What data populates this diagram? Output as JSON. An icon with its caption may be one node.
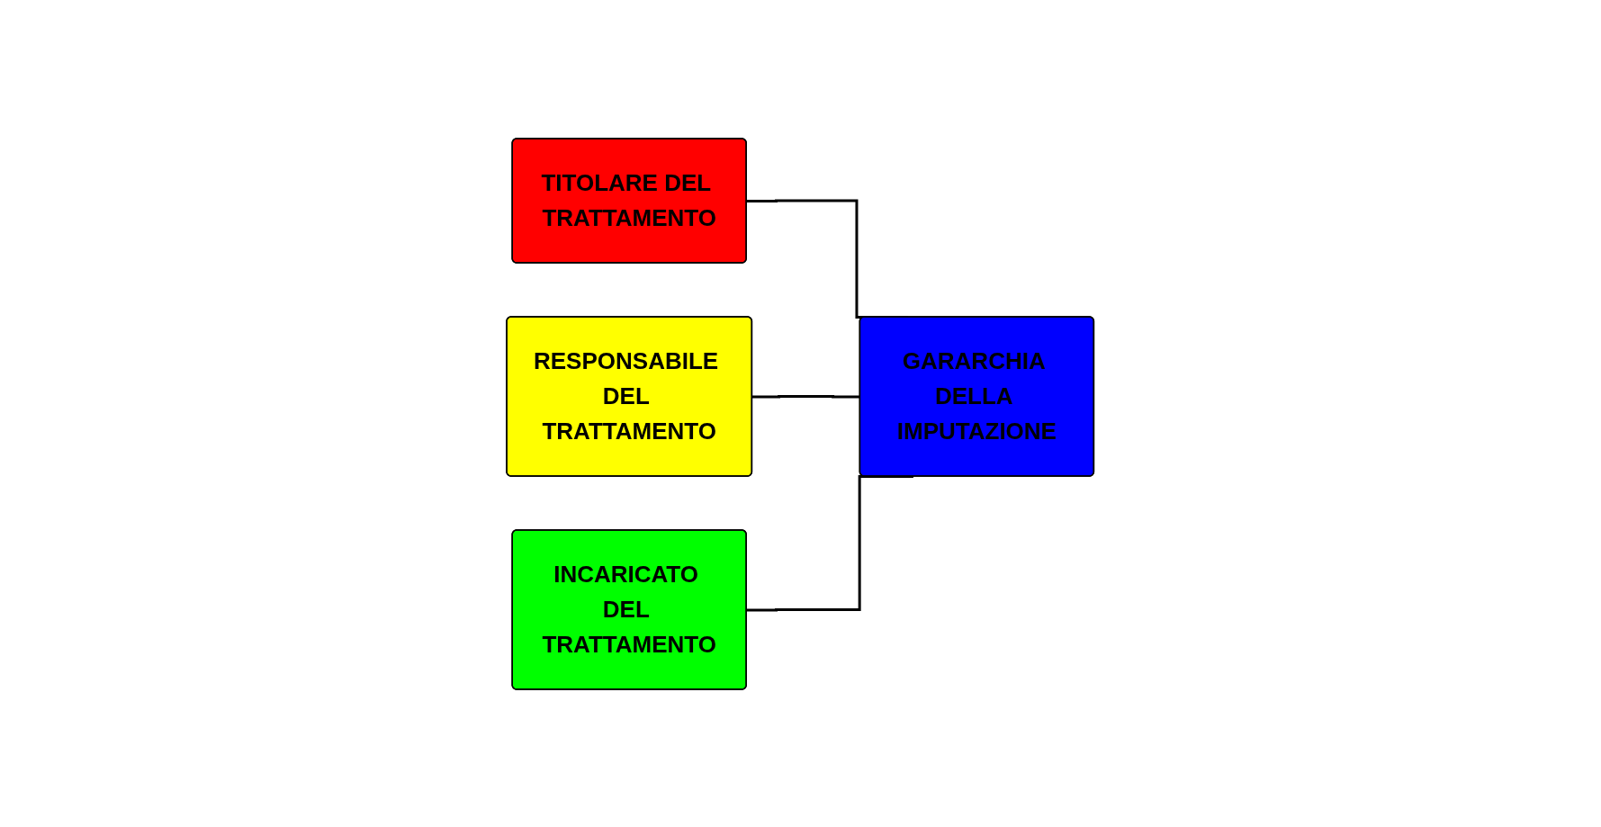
{
  "diagram": {
    "nodes": [
      {
        "text": [
          "GARARCHIA DELLA IMPUTAZIONE"
        ]
      },
      {
        "text": [
          "TITOLARE DEL TRATTAMENTO"
        ]
      },
      {
        "text": [
          "RESPONSABILE DEL TRATTAMENTO"
        ]
      },
      {
        "text": [
          "INCARICATO DEL TRATTAMENTO"
        ]
      }
    ],
    "edges": [
      {
        "from": 0,
        "to": 1,
        "arrow": "none"
      },
      {
        "from": 0,
        "to": 2,
        "arrow": "none"
      },
      {
        "from": 0,
        "to": 3,
        "arrow": "none"
      }
    ]
  }
}
